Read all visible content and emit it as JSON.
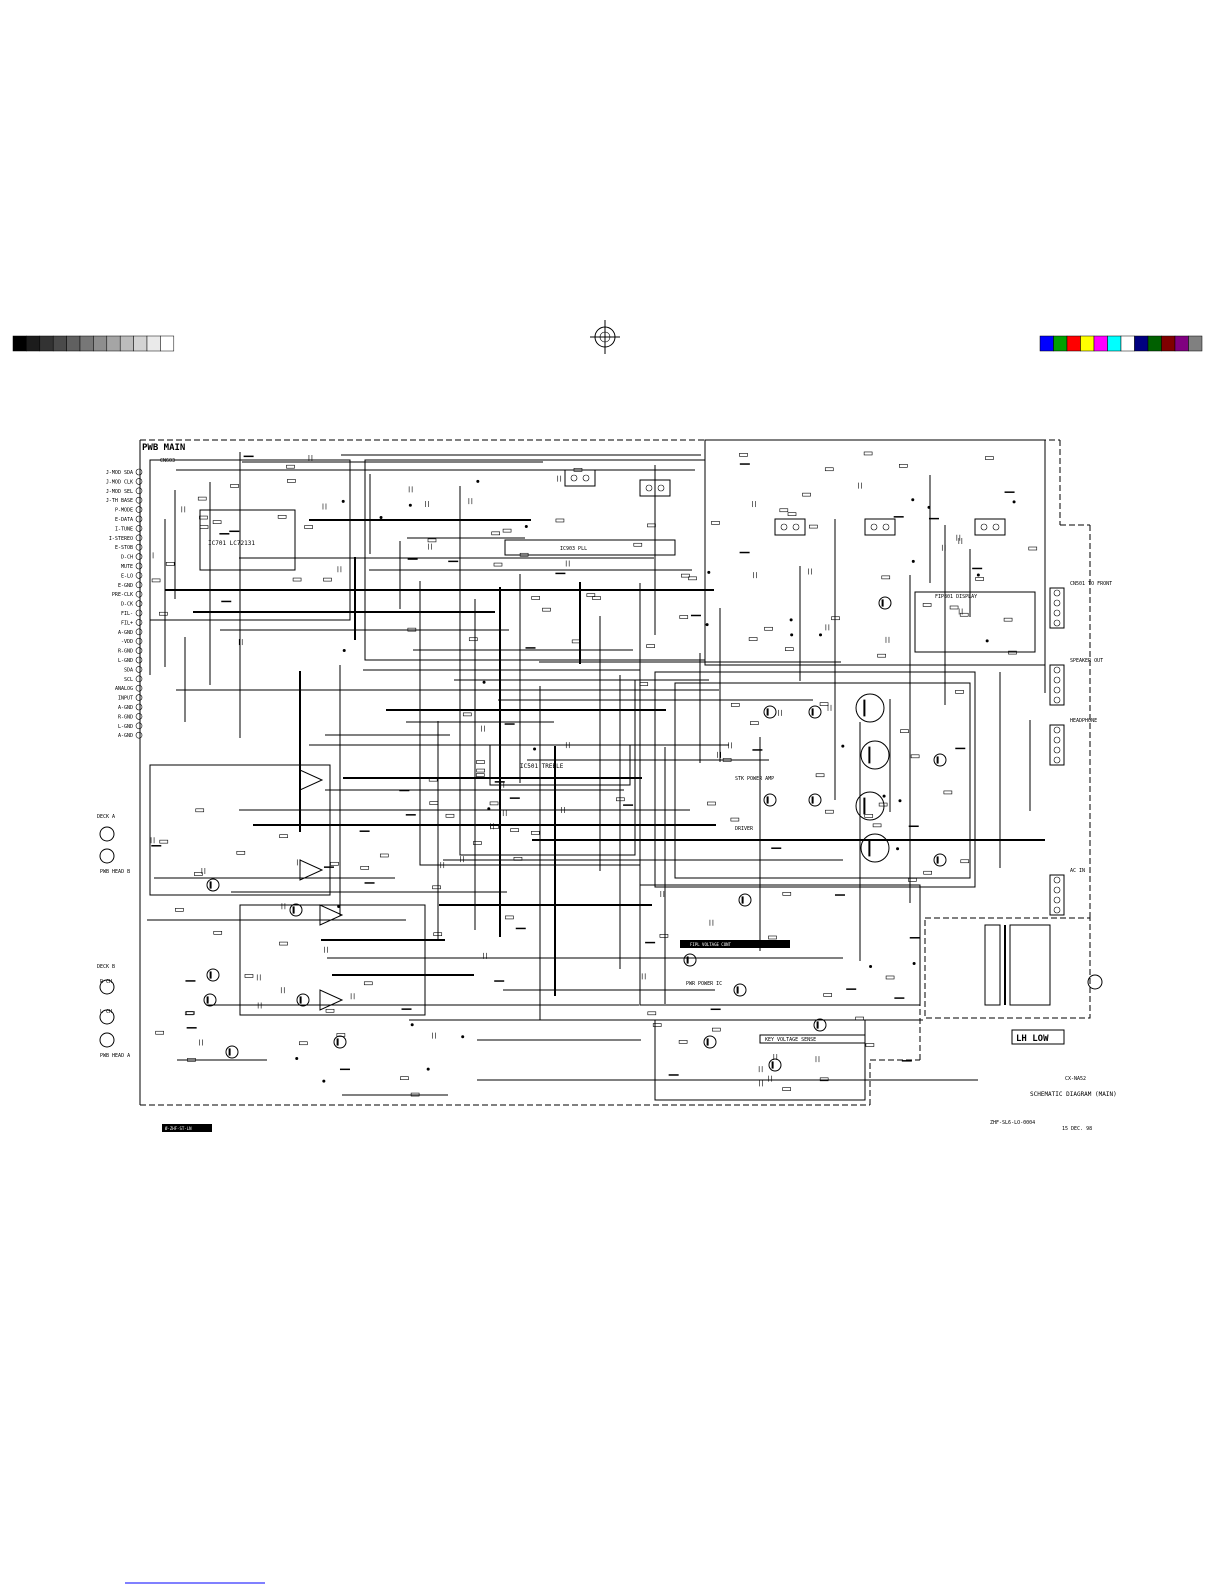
{
  "board_title": "PWB MAIN",
  "left_connector": {
    "name": "CN603",
    "pins": [
      "J-MOD SDA",
      "J-MOD CLK",
      "J-MOD SEL",
      "J-TH BASE",
      "P-MODE",
      "E-DATA",
      "I-TUNE",
      "I-STEREO",
      "E-STOB",
      "D-CH",
      "MUTE",
      "E-LO",
      "E-GND",
      "PRE-CLK",
      "D-CK",
      "FIL-",
      "FIL+",
      "A-GND",
      "-VDD",
      "R-GND",
      "L-GND",
      "SDA",
      "SCL",
      "ANALOG",
      "INPUT",
      "A-GND",
      "R-GND",
      "L-GND",
      "A-GND"
    ]
  },
  "ic_labels": {
    "ic701": "IC701 LC72131",
    "ic903": "IC903 PLL",
    "ic501": "IC501 TREBLE",
    "main_amp": "STK POWER AMP",
    "driver": "DRIVER",
    "power": "PWR POWER IC",
    "fl_voltage": "FIPL VOLTAGE CONT",
    "key_voltage": "KEY VOLTAGE SENSE",
    "fip": "FIP801 DISPLAY"
  },
  "jacks": {
    "head_a": "DECK A",
    "head_b": "DECK B",
    "rch": "R CH",
    "lch": "L CH",
    "pwb_head_a": "PWB HEAD A",
    "pwb_head_b": "PWB HEAD B"
  },
  "right_connectors": [
    "CN501 TO FRONT",
    "SPEAKER OUT",
    "HEADPHONE",
    "AC IN"
  ],
  "stamp_text": "LH LOW",
  "legend": {
    "model": "CX-NA52",
    "title": "SCHEMATIC DIAGRAM (MAIN)",
    "part": "ZHF-SL6-LO-0004",
    "date": "15 DEC. 98"
  },
  "bottom_tag": "Ø-ZHF-ST-LN",
  "colors": {
    "grayscale": [
      "#000000",
      "#1c1c1c",
      "#333333",
      "#4a4a4a",
      "#606060",
      "#777777",
      "#8e8e8e",
      "#a5a5a5",
      "#bcbcbc",
      "#d3d3d3",
      "#eaeaea",
      "#ffffff"
    ],
    "color_bar": [
      "#0000ff",
      "#00a000",
      "#ff0000",
      "#ffff00",
      "#ff00ff",
      "#00ffff",
      "#ffffff",
      "#000080",
      "#006000",
      "#800000",
      "#800080",
      "#808080"
    ]
  }
}
